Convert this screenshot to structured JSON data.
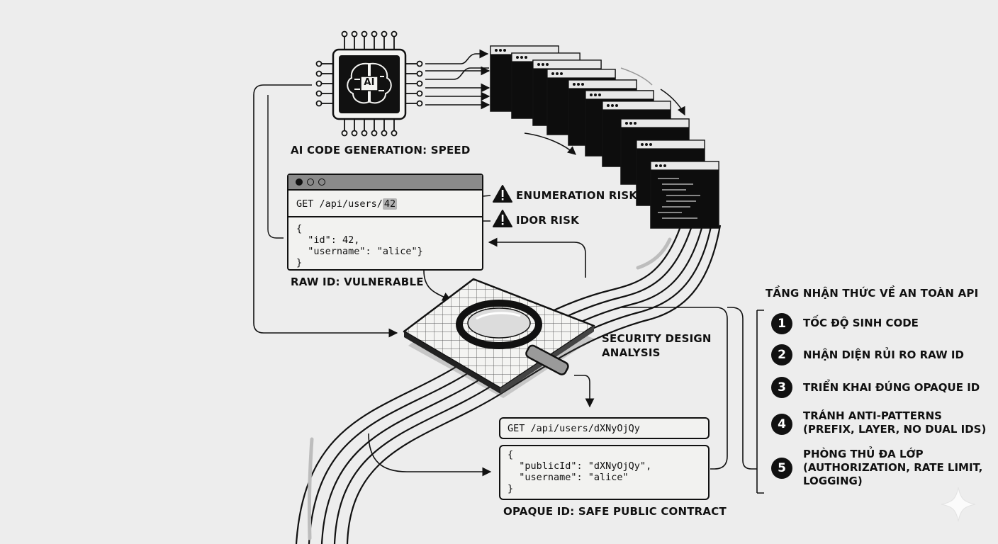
{
  "labels": {
    "ai_generation": "AI CODE GENERATION: SPEED",
    "chip_text": "AI",
    "raw_id": "RAW ID: VULNERABLE",
    "enumeration_risk": "ENUMERATION RISK",
    "idor_risk": "IDOR RISK",
    "security_line1": "SECURITY DESIGN",
    "security_line2": "ANALYSIS",
    "opaque_id": "OPAQUE ID: SAFE PUBLIC CONTRACT"
  },
  "raw_panel": {
    "request_prefix": "GET /api/users/",
    "request_id": "42",
    "body": [
      "{",
      "  \"id\": 42,",
      "  \"username\": \"alice\"}",
      "}"
    ]
  },
  "opaque_panel": {
    "request": "GET /api/users/dXNyOjQy",
    "body": [
      "{",
      "  \"publicId\": \"dXNyOjQy\",",
      "  \"username\": \"alice\"",
      "}"
    ]
  },
  "steps": {
    "title": "TẦNG NHẬN THỨC VỀ AN TOÀN API",
    "items": [
      {
        "num": "1",
        "text": "TỐC ĐỘ SINH CODE"
      },
      {
        "num": "2",
        "text": "NHẬN DIỆN RỦI RO RAW ID"
      },
      {
        "num": "3",
        "text": "TRIỂN KHAI ĐÚNG OPAQUE ID"
      },
      {
        "num": "4",
        "text": "TRÁNH ANTI-PATTERNS\n(PREFIX, LAYER, NO DUAL IDS)"
      },
      {
        "num": "5",
        "text": "PHÒNG THỦ ĐA LỚP\n(AUTHORIZATION, RATE LIMIT,\nLOGGING)"
      }
    ]
  },
  "colors": {
    "ink": "#111111",
    "paper": "#ededed",
    "panel": "#f2f2f0",
    "titlebar": "#8a8a8a",
    "highlight": "#b5b5b5"
  }
}
